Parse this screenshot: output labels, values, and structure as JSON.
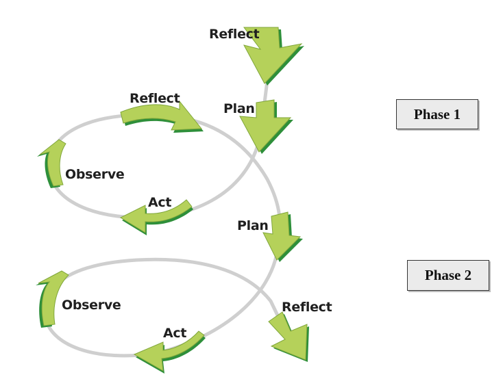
{
  "diagram": {
    "phase1": {
      "title": "Phase 1"
    },
    "phase2": {
      "title": "Phase 2"
    },
    "labels": {
      "reflect_top": "Reflect",
      "plan_1": "Plan",
      "reflect_1": "Reflect",
      "observe_1": "Observe",
      "act_1": "Act",
      "plan_2": "Plan",
      "observe_2": "Observe",
      "act_2": "Act",
      "reflect_2": "Reflect"
    }
  },
  "colors": {
    "arrow_fill": "#b5d15a",
    "arrow_shadow": "#2e8f3a",
    "path_stroke": "#cfcfcf"
  }
}
